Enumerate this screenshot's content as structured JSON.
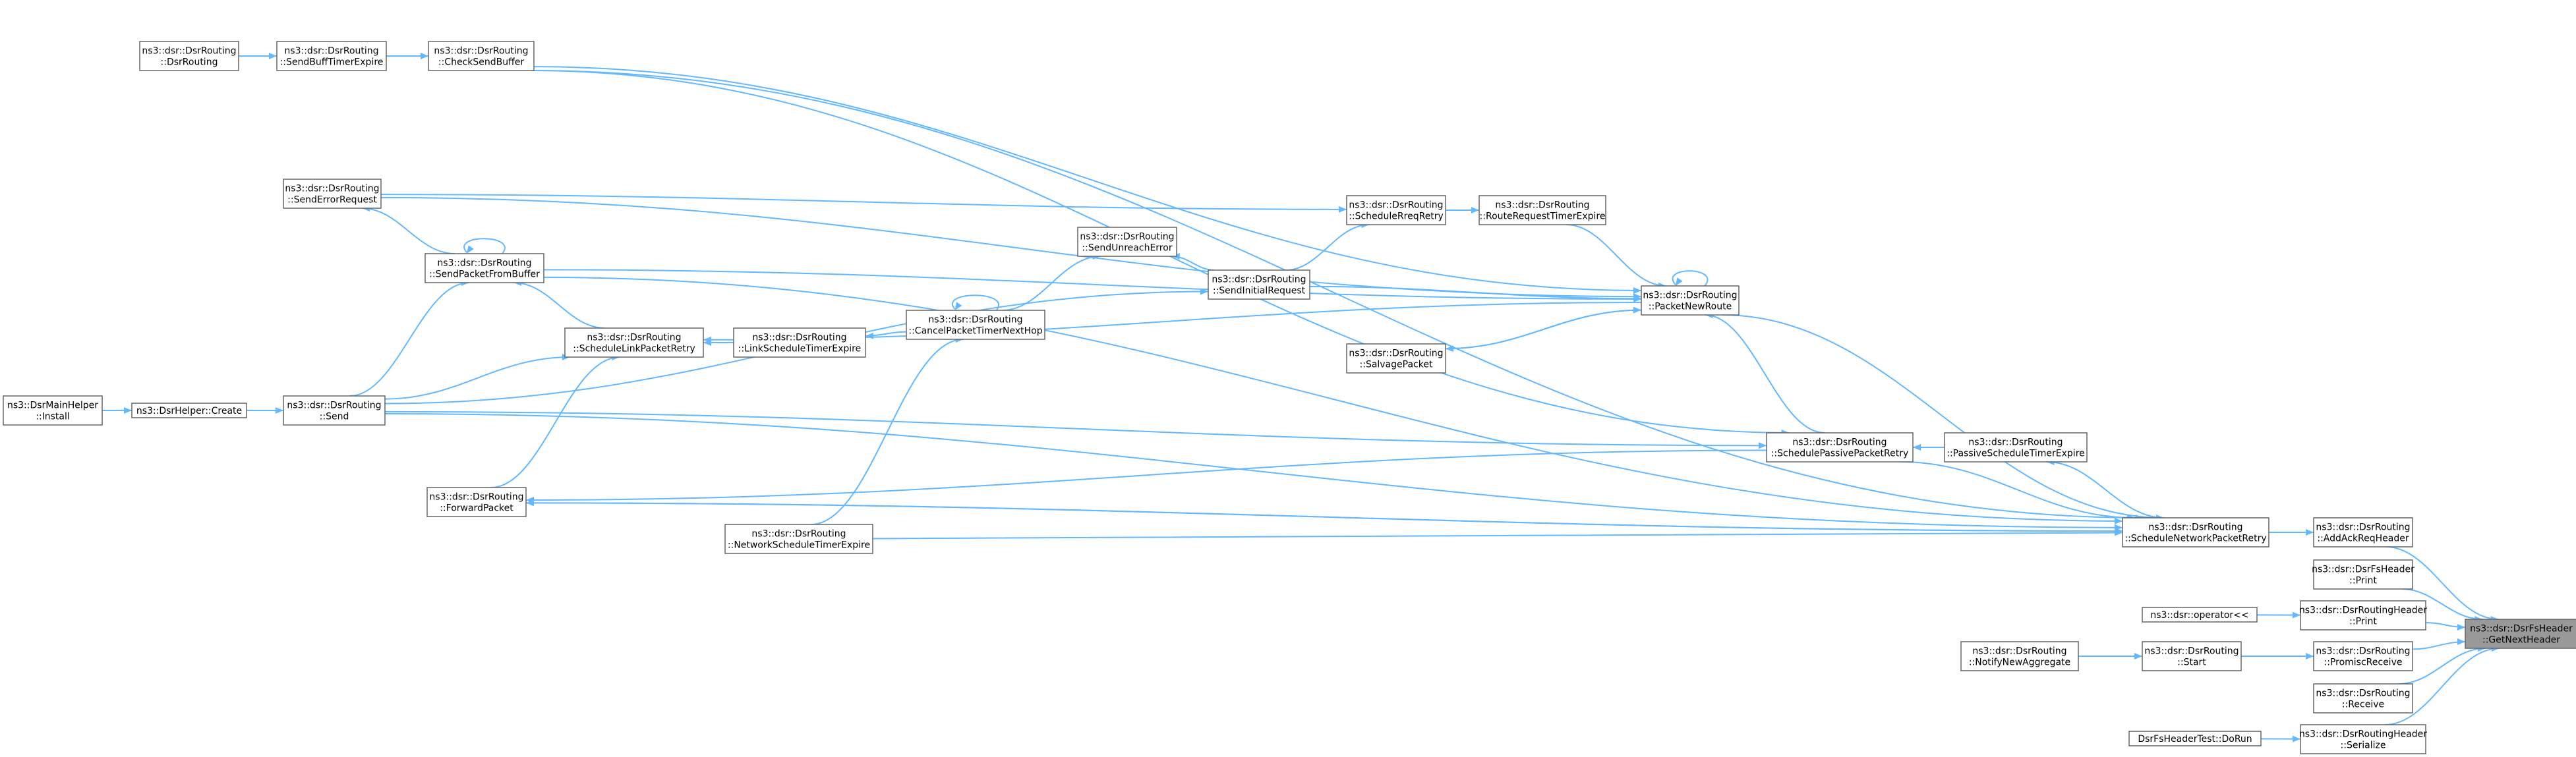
{
  "colors": {
    "edge": "#63b8ff",
    "node_border": "#666666",
    "node_fill": "#ffffff",
    "highlight_fill": "#999999",
    "text": "#000000"
  },
  "nodes": [
    {
      "id": "n0",
      "lines": [
        "ns3::dsr::DsrFsHeader",
        "::GetNextHeader"
      ],
      "highlight": true
    },
    {
      "id": "n1",
      "lines": [
        "ns3::dsr::DsrRouting",
        "::AddAckReqHeader"
      ]
    },
    {
      "id": "n2",
      "lines": [
        "ns3::dsr::DsrRouting",
        "::ScheduleNetworkPacketRetry"
      ]
    },
    {
      "id": "n3",
      "lines": [
        "ns3::dsr::DsrRouting",
        "::CheckSendBuffer"
      ]
    },
    {
      "id": "n4",
      "lines": [
        "ns3::dsr::DsrRouting",
        "::SendBuffTimerExpire"
      ]
    },
    {
      "id": "n5",
      "lines": [
        "ns3::dsr::DsrRouting",
        "::DsrRouting"
      ]
    },
    {
      "id": "n6",
      "lines": [
        "ns3::dsr::DsrRouting",
        "::SendErrorRequest"
      ]
    },
    {
      "id": "n7",
      "lines": [
        "ns3::dsr::DsrRouting",
        "::SendPacketFromBuffer"
      ]
    },
    {
      "id": "n8",
      "lines": [
        "ns3::dsr::DsrRouting",
        "::ScheduleLinkPacketRetry"
      ]
    },
    {
      "id": "n9",
      "lines": [
        "ns3::dsr::DsrRouting",
        "::Send"
      ]
    },
    {
      "id": "n10",
      "lines": [
        "ns3::DsrHelper::Create"
      ]
    },
    {
      "id": "n11",
      "lines": [
        "ns3::DsrMainHelper",
        "::Install"
      ]
    },
    {
      "id": "n12",
      "lines": [
        "ns3::dsr::DsrRouting",
        "::ForwardPacket"
      ]
    },
    {
      "id": "n13",
      "lines": [
        "ns3::dsr::DsrRouting",
        "::LinkScheduleTimerExpire"
      ]
    },
    {
      "id": "n14",
      "lines": [
        "ns3::dsr::DsrRouting",
        "::CancelPacketTimerNextHop"
      ]
    },
    {
      "id": "n15",
      "lines": [
        "ns3::dsr::DsrRouting",
        "::NetworkScheduleTimerExpire"
      ]
    },
    {
      "id": "n16",
      "lines": [
        "ns3::dsr::DsrRouting",
        "::PacketNewRoute"
      ]
    },
    {
      "id": "n17",
      "lines": [
        "ns3::dsr::DsrRouting",
        "::RouteRequestTimerExpire"
      ]
    },
    {
      "id": "n18",
      "lines": [
        "ns3::dsr::DsrRouting",
        "::ScheduleRreqRetry"
      ]
    },
    {
      "id": "n19",
      "lines": [
        "ns3::dsr::DsrRouting",
        "::SendInitialRequest"
      ]
    },
    {
      "id": "n20",
      "lines": [
        "ns3::dsr::DsrRouting",
        "::SendUnreachError"
      ]
    },
    {
      "id": "n21",
      "lines": [
        "ns3::dsr::DsrRouting",
        "::SalvagePacket"
      ]
    },
    {
      "id": "n22",
      "lines": [
        "ns3::dsr::DsrRouting",
        "::SchedulePassivePacketRetry"
      ]
    },
    {
      "id": "n23",
      "lines": [
        "ns3::dsr::DsrRouting",
        "::PassiveScheduleTimerExpire"
      ]
    },
    {
      "id": "n24",
      "lines": [
        "ns3::dsr::DsrFsHeader",
        "::Print"
      ]
    },
    {
      "id": "n25",
      "lines": [
        "ns3::dsr::DsrRoutingHeader",
        "::Print"
      ]
    },
    {
      "id": "n26",
      "lines": [
        "ns3::dsr::operator<<"
      ]
    },
    {
      "id": "n27",
      "lines": [
        "ns3::dsr::DsrRouting",
        "::PromiscReceive"
      ]
    },
    {
      "id": "n28",
      "lines": [
        "ns3::dsr::DsrRouting",
        "::Start"
      ]
    },
    {
      "id": "n29",
      "lines": [
        "ns3::dsr::DsrRouting",
        "::NotifyNewAggregate"
      ]
    },
    {
      "id": "n30",
      "lines": [
        "ns3::dsr::DsrRouting",
        "::Receive"
      ]
    },
    {
      "id": "n31",
      "lines": [
        "ns3::dsr::DsrRoutingHeader",
        "::Serialize"
      ]
    },
    {
      "id": "n32",
      "lines": [
        "DsrFsHeaderTest::DoRun"
      ]
    }
  ],
  "edges": [
    [
      "n0",
      "n1"
    ],
    [
      "n0",
      "n24"
    ],
    [
      "n0",
      "n25"
    ],
    [
      "n0",
      "n27"
    ],
    [
      "n0",
      "n30"
    ],
    [
      "n0",
      "n31"
    ],
    [
      "n1",
      "n2"
    ],
    [
      "n2",
      "n3"
    ],
    [
      "n2",
      "n7"
    ],
    [
      "n2",
      "n9"
    ],
    [
      "n2",
      "n12"
    ],
    [
      "n2",
      "n15"
    ],
    [
      "n2",
      "n16"
    ],
    [
      "n2",
      "n22"
    ],
    [
      "n3",
      "n4"
    ],
    [
      "n4",
      "n5"
    ],
    [
      "n6",
      "n7"
    ],
    [
      "n7",
      "n7"
    ],
    [
      "n7",
      "n8"
    ],
    [
      "n7",
      "n9"
    ],
    [
      "n8",
      "n9"
    ],
    [
      "n8",
      "n12"
    ],
    [
      "n8",
      "n13"
    ],
    [
      "n8",
      "n16"
    ],
    [
      "n9",
      "n10"
    ],
    [
      "n10",
      "n11"
    ],
    [
      "n12",
      "n2"
    ],
    [
      "n12",
      "n22"
    ],
    [
      "n13",
      "n14"
    ],
    [
      "n14",
      "n14"
    ],
    [
      "n14",
      "n15"
    ],
    [
      "n16",
      "n3"
    ],
    [
      "n16",
      "n6"
    ],
    [
      "n16",
      "n7"
    ],
    [
      "n16",
      "n16"
    ],
    [
      "n16",
      "n17"
    ],
    [
      "n16",
      "n19"
    ],
    [
      "n16",
      "n21"
    ],
    [
      "n16",
      "n22"
    ],
    [
      "n17",
      "n18"
    ],
    [
      "n18",
      "n6"
    ],
    [
      "n18",
      "n19"
    ],
    [
      "n19",
      "n9"
    ],
    [
      "n20",
      "n14"
    ],
    [
      "n20",
      "n19"
    ],
    [
      "n21",
      "n16"
    ],
    [
      "n22",
      "n3"
    ],
    [
      "n22",
      "n9"
    ],
    [
      "n22",
      "n23"
    ],
    [
      "n23",
      "n2"
    ],
    [
      "n25",
      "n26"
    ],
    [
      "n27",
      "n28"
    ],
    [
      "n28",
      "n29"
    ],
    [
      "n31",
      "n32"
    ]
  ]
}
